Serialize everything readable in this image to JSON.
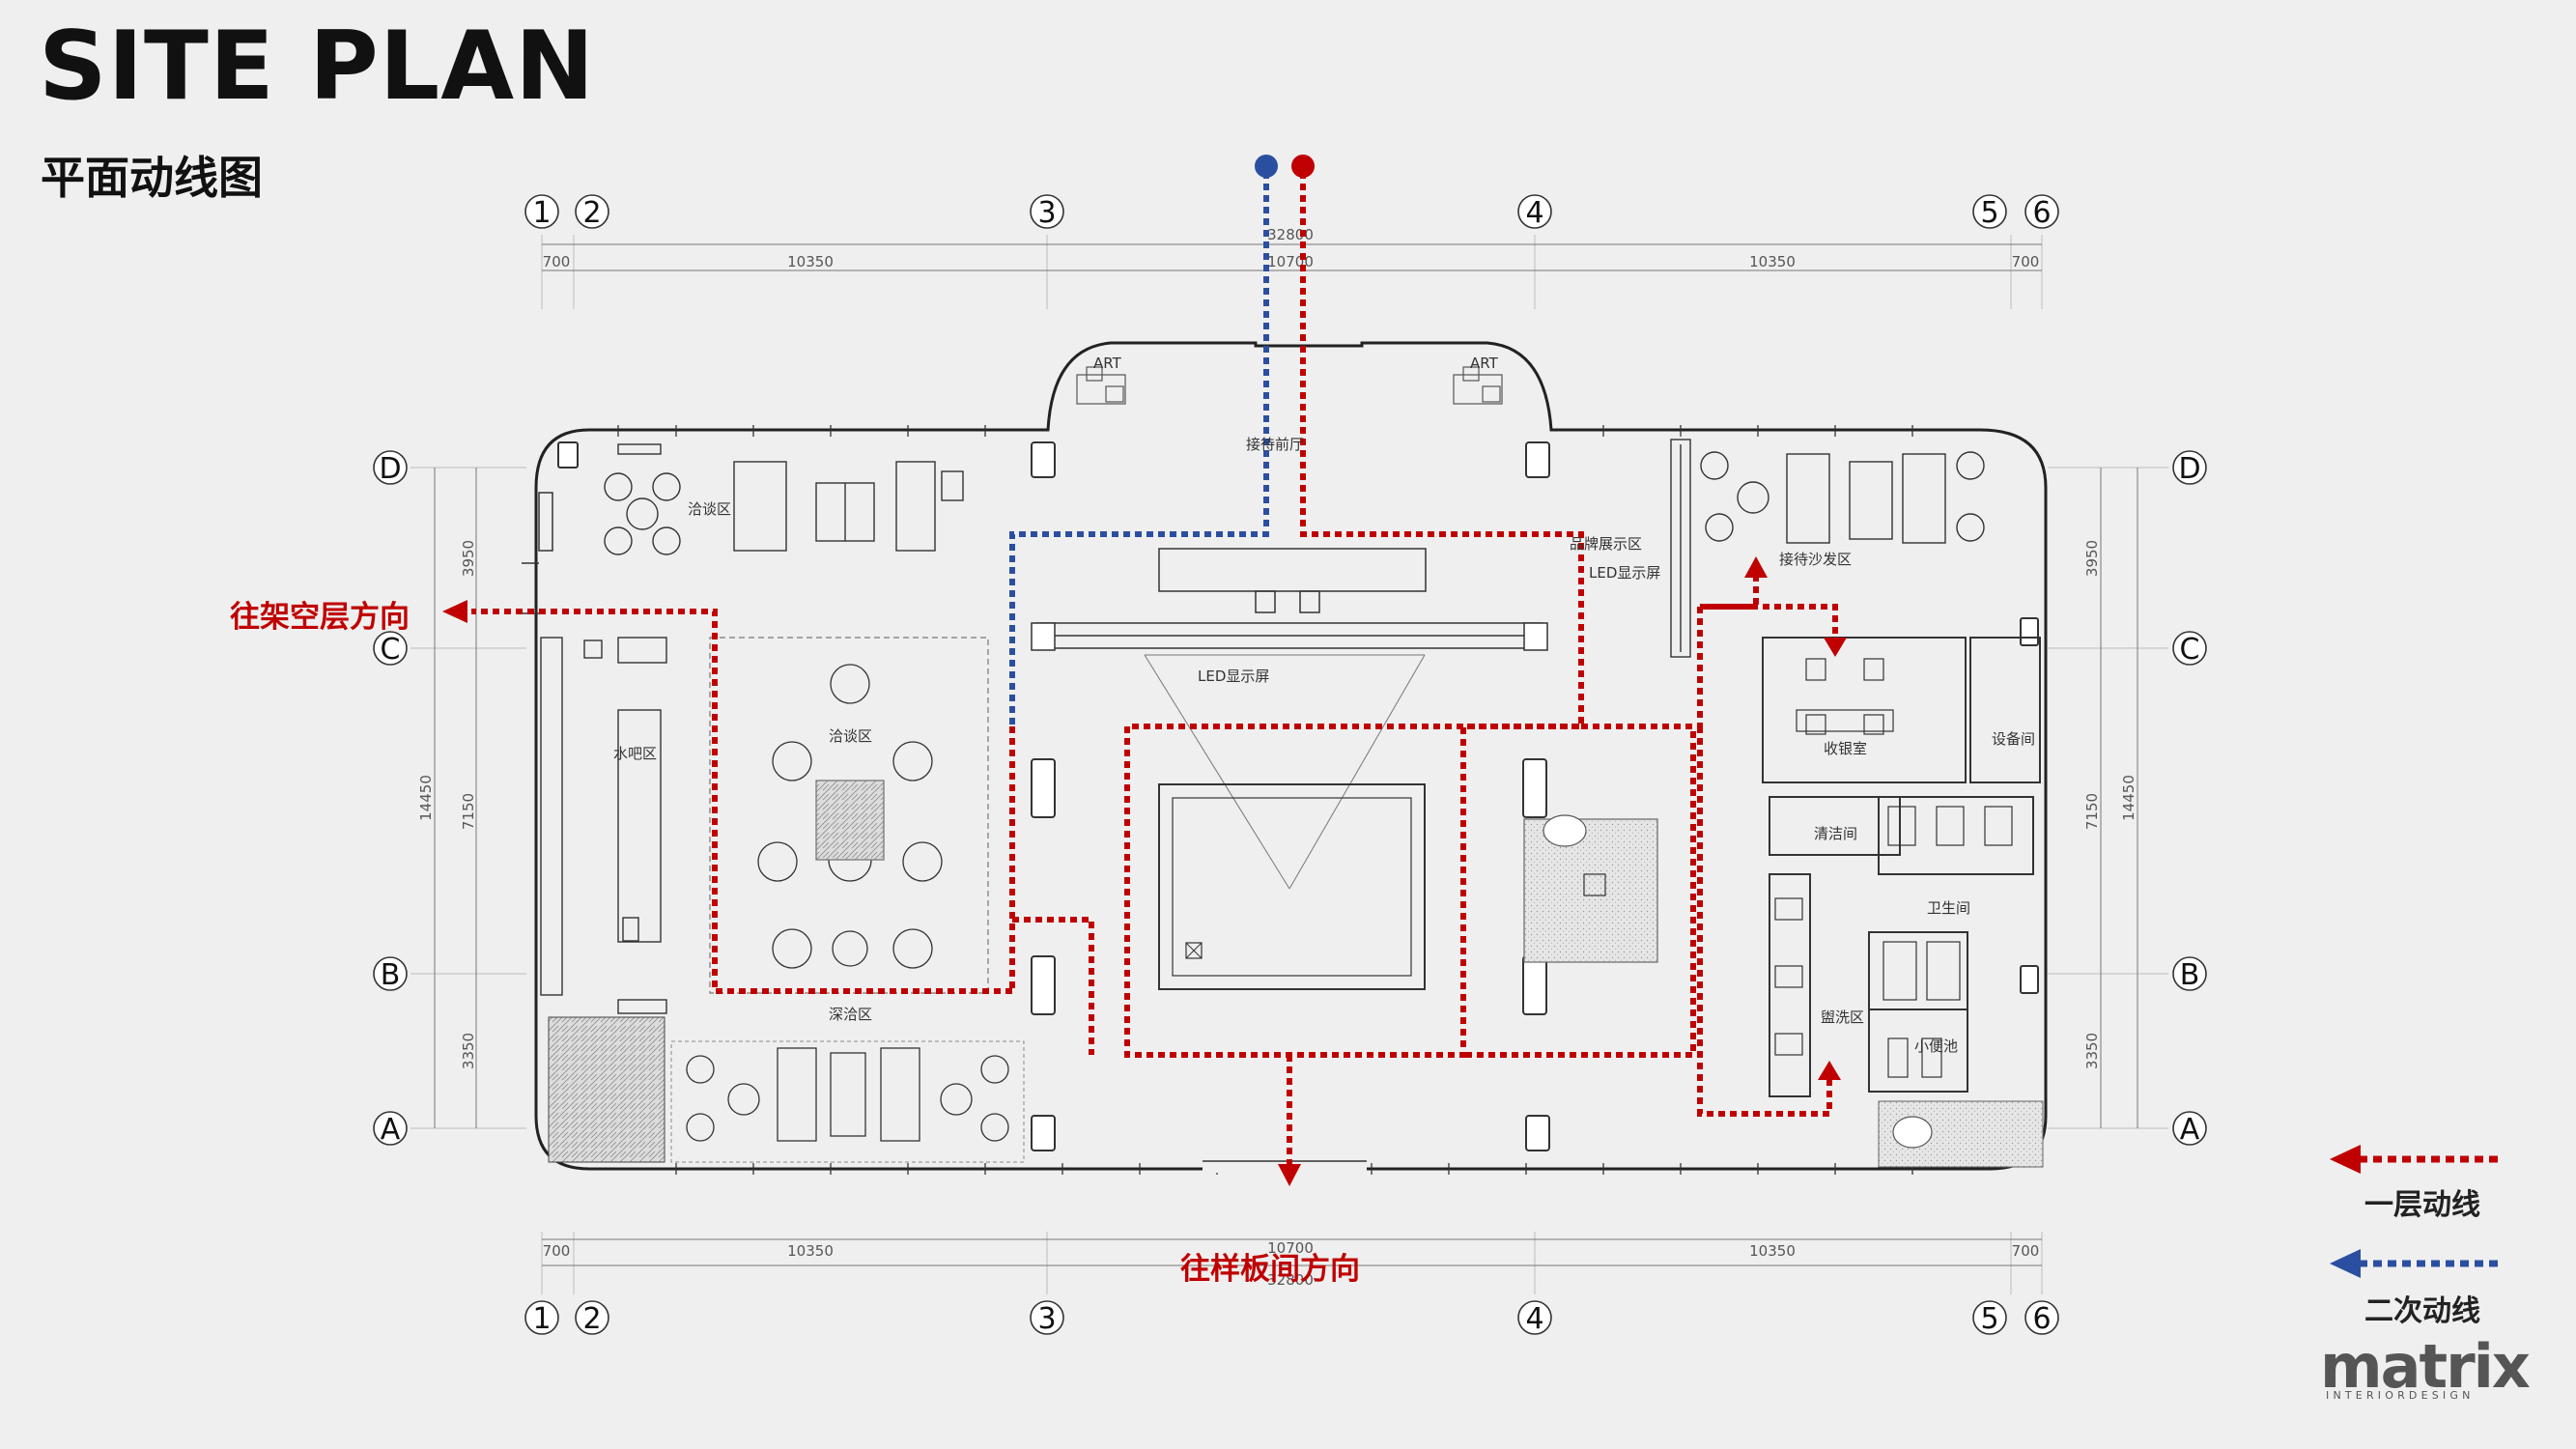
{
  "header": {
    "title": "SITE PLAN",
    "subtitle": "平面动线图"
  },
  "directions": {
    "left": "往架空层方向",
    "bottom": "往样板间方向"
  },
  "legend": {
    "primary_label": "一层动线",
    "secondary_label": "二次动线",
    "primary_color": "#c00000",
    "secondary_color": "#2b4fa0"
  },
  "grid": {
    "columns": [
      "1",
      "2",
      "3",
      "4",
      "5",
      "6"
    ],
    "rows": [
      "D",
      "C",
      "B",
      "A"
    ]
  },
  "dimensions": {
    "top_spans": [
      "700",
      "10350",
      "10700",
      "10350",
      "700"
    ],
    "top_total": "32800",
    "bottom_spans": [
      "700",
      "10350",
      "10700",
      "10350",
      "700"
    ],
    "bottom_total": "32800",
    "left_spans": [
      "3950",
      "7150",
      "3350"
    ],
    "left_total": "14450",
    "right_spans": [
      "3950",
      "7150",
      "3350"
    ],
    "right_total": "14450"
  },
  "rooms": {
    "reception_hall": "接待前厅",
    "negotiation_top": "洽谈区",
    "brand_display": "品牌展示区",
    "led_screen": "LED显示屏",
    "led_screen_2": "LED显示屏",
    "reception_sofa": "接待沙发区",
    "water_bar": "水吧区",
    "negotiation_center": "洽谈区",
    "deep_negotiation": "深洽区",
    "cashier": "收银室",
    "equipment": "设备间",
    "cleaning": "清洁间",
    "restroom": "卫生间",
    "washing": "盥洗区",
    "urinal": "小便池",
    "art_1": "ART",
    "art_2": "ART"
  },
  "logo": {
    "name": "matrix",
    "tagline": "INTERIORDESIGN"
  }
}
